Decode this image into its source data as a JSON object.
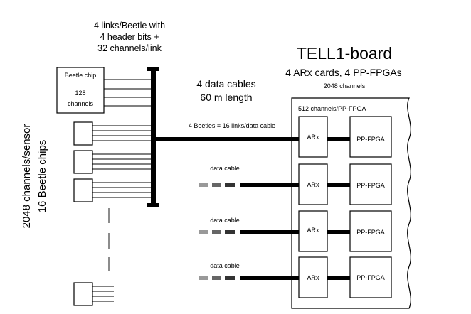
{
  "links_note": [
    "4  links/Beetle with",
    "4 header bits +",
    "32 channels/link"
  ],
  "beetle_chip": {
    "title": "Beetle chip",
    "line1": "128",
    "line2": "channels"
  },
  "side_label": [
    "2048 channels/sensor",
    "16 Beetle chips"
  ],
  "cables_note": [
    "4 data cables",
    "60 m length"
  ],
  "main_cable_label": "4 Beetles = 16 links/data cable",
  "data_cable_label": "data cable",
  "tell1": {
    "title": "TELL1-board",
    "subtitle": "4 ARx cards, 4 PP-FPGAs",
    "channels": "2048 channels",
    "per_fpga": "512 channels/PP-FPGA",
    "arx_label": "ARx",
    "fpga_label": "PP-FPGA"
  },
  "dash_colors": [
    "#999999",
    "#666666",
    "#333333"
  ]
}
